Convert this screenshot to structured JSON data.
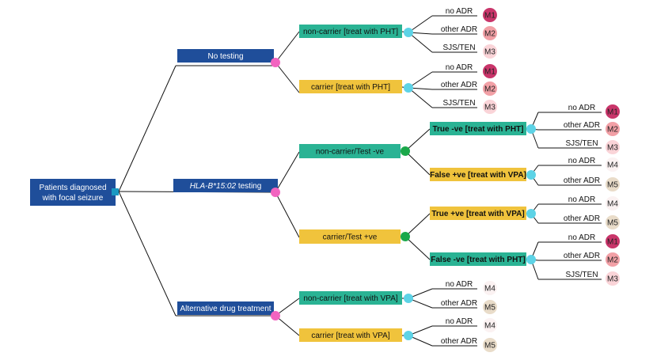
{
  "root": {
    "line1": "Patients diagnosed",
    "line2": "with focal seizure"
  },
  "strategies": [
    {
      "label": "No testing"
    },
    {
      "label_italic": "HLA-B*15:02",
      "label_rest": " testing"
    },
    {
      "label": "Alternative drug treatment"
    }
  ],
  "nodes": {
    "notest_noncarrier": "non-carrier [treat with PHT]",
    "notest_carrier": "carrier [treat with PHT]",
    "hla_noncarrier": "non-carrier/Test -ve",
    "hla_carrier": "carrier/Test +ve",
    "hla_true_neg": "True -ve [treat with PHT]",
    "hla_false_pos": "False +ve [treat with VPA]",
    "hla_true_pos": "True +ve [treat with VPA]",
    "hla_false_neg": "False -ve [treat with PHT]",
    "alt_noncarrier": "non-carrier [treat with VPA]",
    "alt_carrier": "carrier [treat with VPA]"
  },
  "outcomes": {
    "no_adr": "no ADR",
    "other_adr": "other ADR",
    "sjs_ten": "SJS/TEN"
  },
  "models": {
    "m1": "M1",
    "m2": "M2",
    "m3": "M3",
    "m4": "M4",
    "m5": "M5"
  },
  "colors": {
    "strategy_box": "#1f4e9a",
    "noncarrier_box": "#2ab394",
    "carrier_box": "#f0c33c",
    "decision_square": "#1a98c2",
    "strategy_node": "#f264c0",
    "test_node": "#1aa84a",
    "chance_node": "#5dd3e6",
    "m1": "#c9356a",
    "m2": "#f2a0a6",
    "m3": "#fad4d8",
    "m4": "#fbf2f2",
    "m5": "#e9dcc9",
    "line": "#111111"
  },
  "icons": {
    "decision_node": "square-decision-icon",
    "chance_node": "circle-chance-icon",
    "model_marker": "circle-model-icon"
  }
}
